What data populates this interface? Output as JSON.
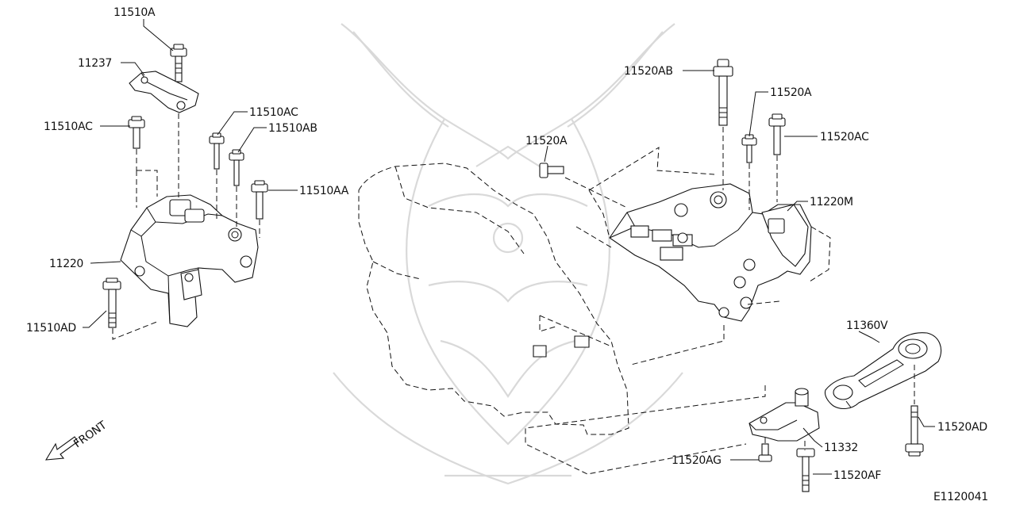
{
  "diagram_id": "E1120041",
  "direction_label": "FRONT",
  "callouts": [
    {
      "id": "c1",
      "text": "11510A"
    },
    {
      "id": "c2",
      "text": "11237"
    },
    {
      "id": "c3",
      "text": "11510AC"
    },
    {
      "id": "c4",
      "text": "11510AC"
    },
    {
      "id": "c5",
      "text": "11510AB"
    },
    {
      "id": "c6",
      "text": "11510AA"
    },
    {
      "id": "c7",
      "text": "11220"
    },
    {
      "id": "c8",
      "text": "11510AD"
    },
    {
      "id": "c9",
      "text": "11520AB"
    },
    {
      "id": "c10",
      "text": "11520A"
    },
    {
      "id": "c11",
      "text": "11520AC"
    },
    {
      "id": "c12",
      "text": "11520A"
    },
    {
      "id": "c13",
      "text": "11220M"
    },
    {
      "id": "c14",
      "text": "11360V"
    },
    {
      "id": "c15",
      "text": "11520AD"
    },
    {
      "id": "c16",
      "text": "11332"
    },
    {
      "id": "c17",
      "text": "11520AG"
    },
    {
      "id": "c18",
      "text": "11520AF"
    }
  ],
  "colors": {
    "ink": "#111111",
    "watermark": "#d9d9d9",
    "background": "#ffffff"
  }
}
